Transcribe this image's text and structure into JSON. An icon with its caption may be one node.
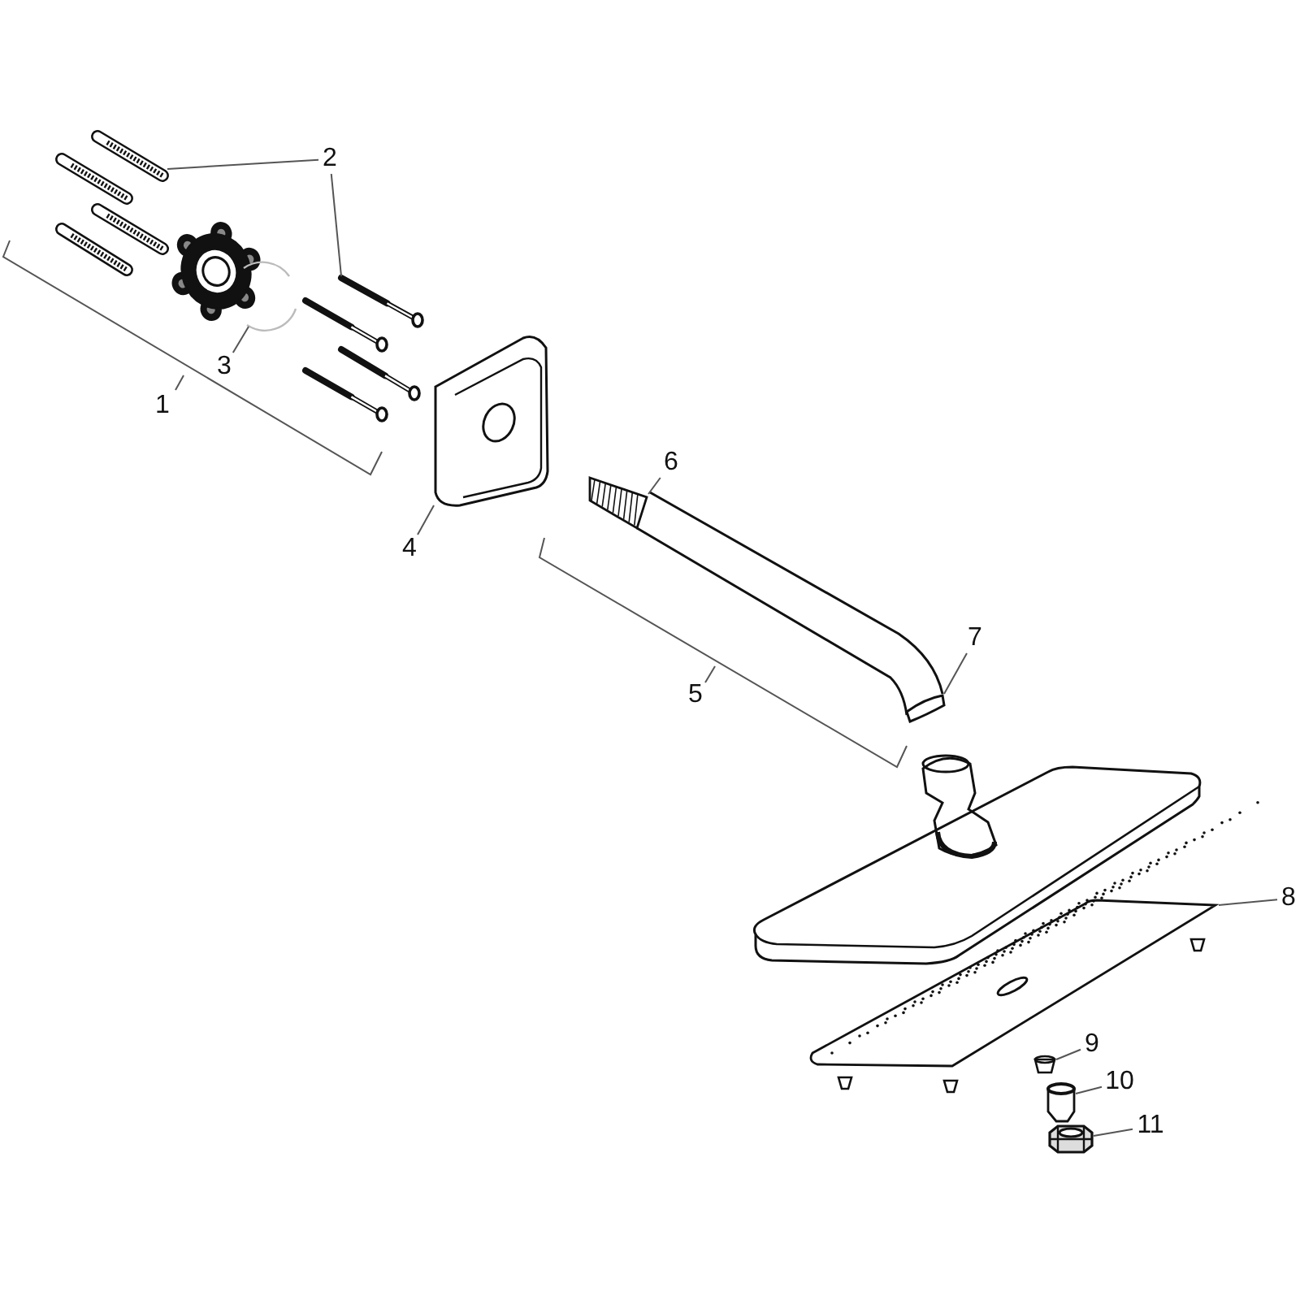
{
  "diagram": {
    "nodes": [
      {
        "text": [
          "2"
        ]
      },
      {
        "text": [],
        "shape": "picture"
      },
      {
        "text": [],
        "shape": "picture"
      },
      {
        "text": [
          "3"
        ]
      },
      {
        "text": [],
        "shape": "picture"
      },
      {
        "text": [
          "4"
        ]
      },
      {
        "text": [],
        "shape": "picture"
      },
      {
        "text": [
          "6"
        ]
      },
      {
        "text": [],
        "shape": "picture"
      },
      {
        "text": [
          "7"
        ]
      },
      {
        "text": [],
        "shape": "picture"
      },
      {
        "text": [
          "8"
        ]
      },
      {
        "text": [],
        "shape": "picture"
      },
      {
        "text": [
          "9"
        ]
      },
      {
        "text": [],
        "shape": "picture"
      },
      {
        "text": [
          "10"
        ]
      },
      {
        "text": [],
        "shape": "picture"
      },
      {
        "text": [
          "11"
        ]
      },
      {
        "text": [],
        "shape": "picture"
      }
    ],
    "edges": [
      {
        "from": 0,
        "to": 1,
        "arrow": "none"
      },
      {
        "from": 0,
        "to": 2,
        "arrow": "none"
      },
      {
        "from": 3,
        "to": 4,
        "arrow": "none"
      },
      {
        "from": 5,
        "to": 6,
        "arrow": "none"
      },
      {
        "from": 7,
        "to": 8,
        "arrow": "none"
      },
      {
        "from": 9,
        "to": 10,
        "arrow": "none"
      },
      {
        "from": 11,
        "to": 12,
        "arrow": "none"
      },
      {
        "from": 13,
        "to": 14,
        "arrow": "none"
      },
      {
        "from": 15,
        "to": 16,
        "arrow": "none"
      },
      {
        "from": 17,
        "to": 18,
        "arrow": "none"
      }
    ],
    "labels": [
      "1",
      "5"
    ]
  }
}
